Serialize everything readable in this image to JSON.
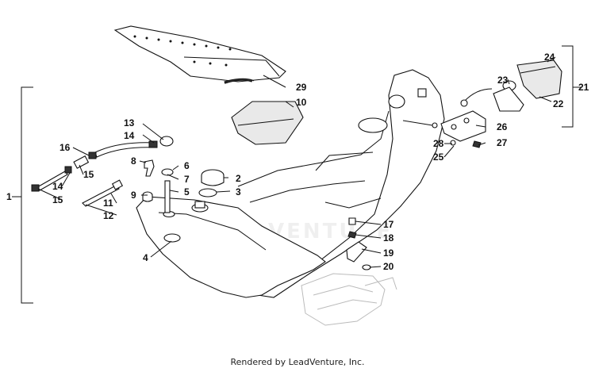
{
  "callouts": {
    "c1": "1",
    "c2": "2",
    "c3": "3",
    "c4": "4",
    "c5": "5",
    "c6": "6",
    "c7": "7",
    "c8": "8",
    "c9": "9",
    "c10": "10",
    "c11": "11",
    "c12": "12",
    "c13": "13",
    "c14a": "14",
    "c14b": "14",
    "c15a": "15",
    "c15b": "15",
    "c16": "16",
    "c17": "17",
    "c18": "18",
    "c19": "19",
    "c20": "20",
    "c21": "21",
    "c22": "22",
    "c23": "23",
    "c24": "24",
    "c25": "25",
    "c26": "26",
    "c27": "27",
    "c28": "28",
    "c29": "29"
  },
  "watermark": "LEADVENTURE",
  "footer": "Rendered by LeadVenture, Inc."
}
